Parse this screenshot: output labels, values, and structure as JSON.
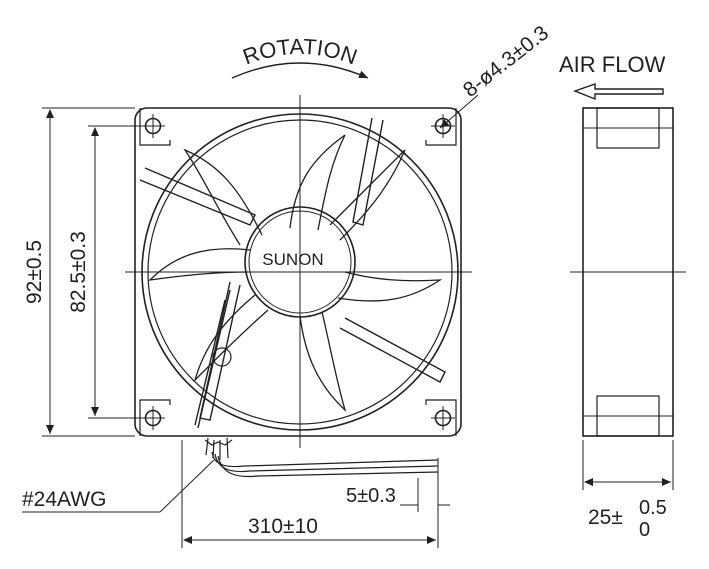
{
  "labels": {
    "rotation": "ROTATION",
    "hole_spec": "8-ø4.3±0.3",
    "air_flow": "AIR FLOW",
    "outer_size": "92±0.5",
    "hole_pitch": "82.5±0.3",
    "brand": "SUNON",
    "wire_gauge": "#24AWG",
    "strip_length": "5±0.3",
    "lead_length": "310±10",
    "thickness_base": "25±",
    "thickness_upper": "0.5",
    "thickness_lower": "0"
  },
  "colors": {
    "line": "#231f20",
    "background": "#ffffff"
  }
}
